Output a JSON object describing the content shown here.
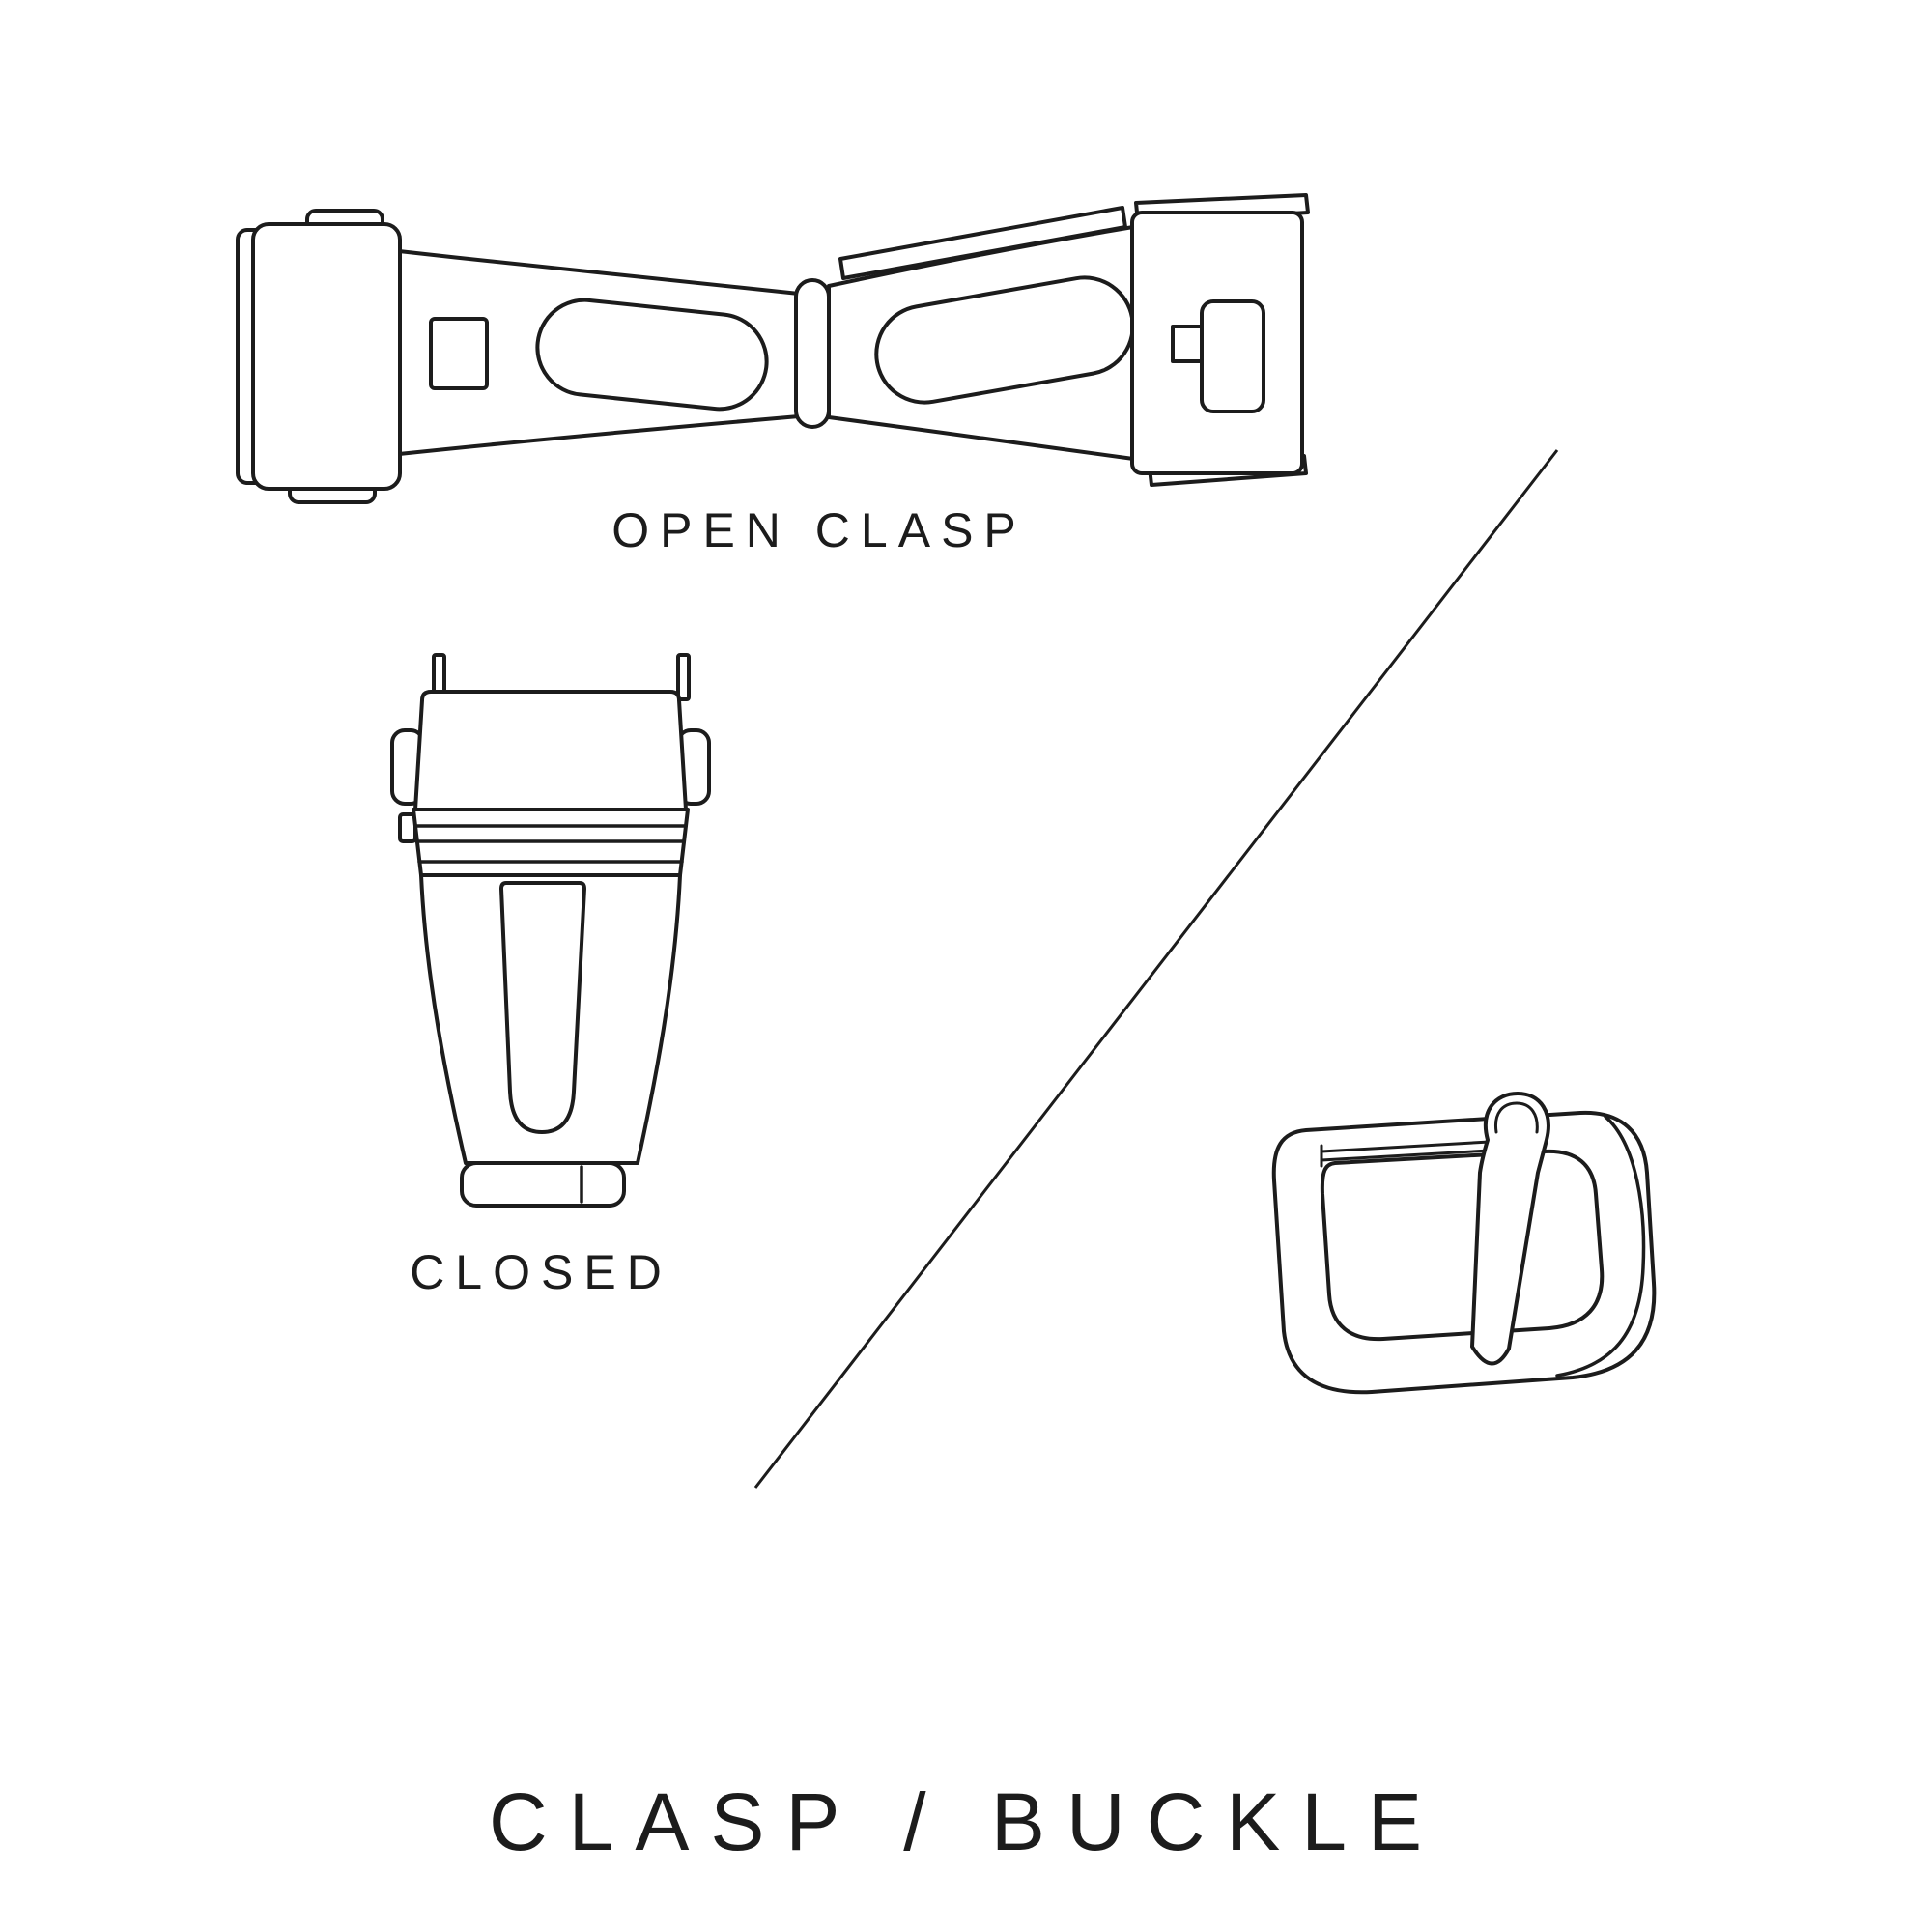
{
  "title": "CLASP / BUCKLE",
  "labels": {
    "open_clasp": "OPEN CLASP",
    "closed": "CLOSED"
  },
  "colors": {
    "background": "#ffffff",
    "ink": "#1c1c1c"
  },
  "illustrations": {
    "open_clasp": "open-deployant-clasp-line-drawing",
    "closed_clasp": "closed-deployant-clasp-line-drawing",
    "buckle": "tang-buckle-line-drawing",
    "divider": "diagonal-divider-line"
  }
}
